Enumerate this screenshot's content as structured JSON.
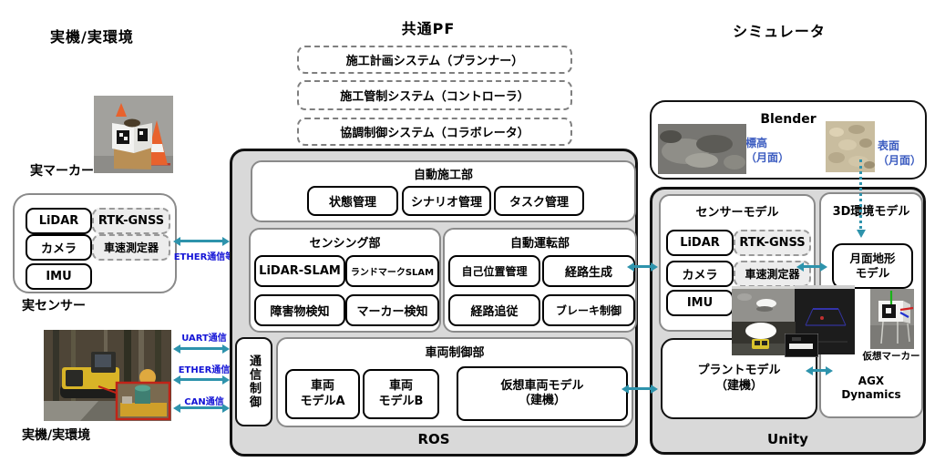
{
  "titles": {
    "left": "実機/実環境",
    "center": "共通PF",
    "right": "シミュレータ"
  },
  "common_pf": {
    "planner": "施工計画システム（プランナー）",
    "controller": "施工管制システム（コントローラ）",
    "collaborator": "協調制御システム（コラボレータ）"
  },
  "left": {
    "marker_caption": "実マーカー",
    "sensor_caption": "実センサー",
    "machine_caption": "実機/実環境",
    "sensors": {
      "lidar": "LiDAR",
      "rtk": "RTK-GNSS",
      "camera": "カメラ",
      "speed": "車速測定器",
      "imu": "IMU"
    },
    "links": {
      "ether_sensor": "ETHER通信等",
      "uart": "UART通信",
      "ether": "ETHER通信",
      "can": "CAN通信"
    }
  },
  "ros": {
    "caption": "ROS",
    "auto_construction": {
      "title": "自動施工部",
      "state": "状態管理",
      "scenario": "シナリオ管理",
      "task": "タスク管理"
    },
    "sensing": {
      "title": "センシング部",
      "lidar_slam": "LiDAR-SLAM",
      "landmark_slam": "ランドマークSLAM",
      "obstacle": "障害物検知",
      "marker": "マーカー検知"
    },
    "auto_drive": {
      "title": "自動運転部",
      "localization": "自己位置管理",
      "path_gen": "経路生成",
      "path_follow": "経路追従",
      "brake": "ブレーキ制御"
    },
    "comm": "通信制御",
    "vehicle_control": {
      "title": "車両制御部",
      "model_a": "車両\nモデルA",
      "model_b": "車両\nモデルB",
      "virtual_vehicle": "仮想車両モデル\n（建機）"
    }
  },
  "blender": {
    "title": "Blender",
    "elevation": "標高\n（月面）",
    "surface": "表面\n（月面）"
  },
  "unity": {
    "caption": "Unity",
    "sensor_model": {
      "title": "センサーモデル",
      "lidar": "LiDAR",
      "rtk": "RTK-GNSS",
      "camera": "カメラ",
      "speed": "車速測定器",
      "imu": "IMU"
    },
    "env_model": {
      "title": "3D環境モデル",
      "terrain": "月面地形\nモデル",
      "virtual_marker": "仮想マーカー",
      "agx": "AGX\nDynamics"
    },
    "plant": "プラントモデル\n（建機）"
  },
  "colors": {
    "arrow": "#2e93ac",
    "link-text": "#1414d6",
    "blue-label": "#3c5cc0",
    "panel": "#d9d9d9",
    "border-dark": "#111111",
    "border-gray": "#8a8a8a"
  }
}
